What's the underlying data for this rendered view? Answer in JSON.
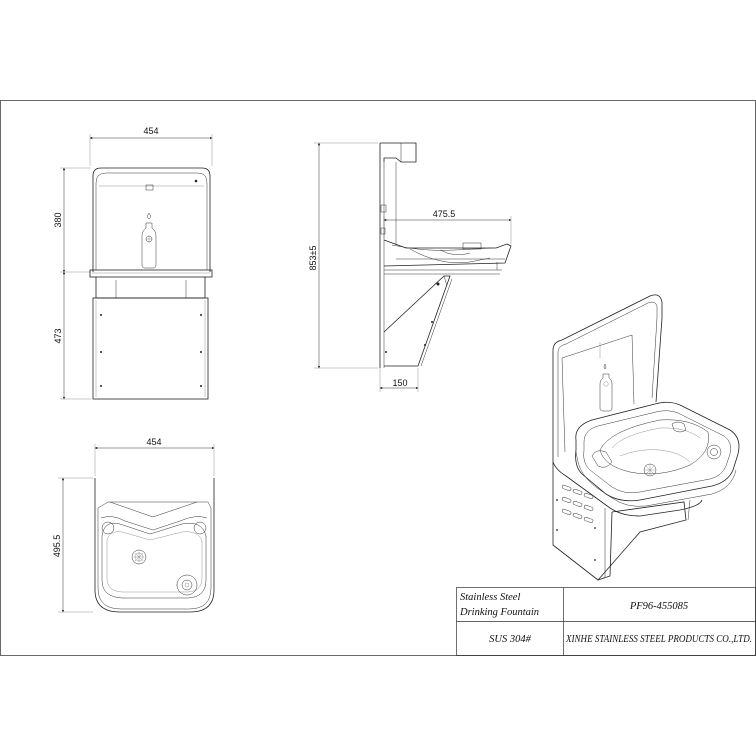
{
  "drawing": {
    "front_view": {
      "width_dim": "454",
      "upper_height_dim": "380",
      "lower_height_dim": "473"
    },
    "side_view": {
      "total_height_dim": "853±5",
      "basin_depth_dim": "475.5",
      "base_depth_dim": "150"
    },
    "top_view": {
      "width_dim": "454",
      "depth_dim": "495.5"
    }
  },
  "title_block": {
    "product_name_line1": "Stainless Steel",
    "product_name_line2": "Drinking Fountain",
    "model_no": "PF96-455085",
    "material": "SUS 304#",
    "company": "XINHE STAINLESS STEEL PRODUCTS CO.,LTD."
  },
  "colors": {
    "line": "#222222",
    "background": "#ffffff"
  }
}
